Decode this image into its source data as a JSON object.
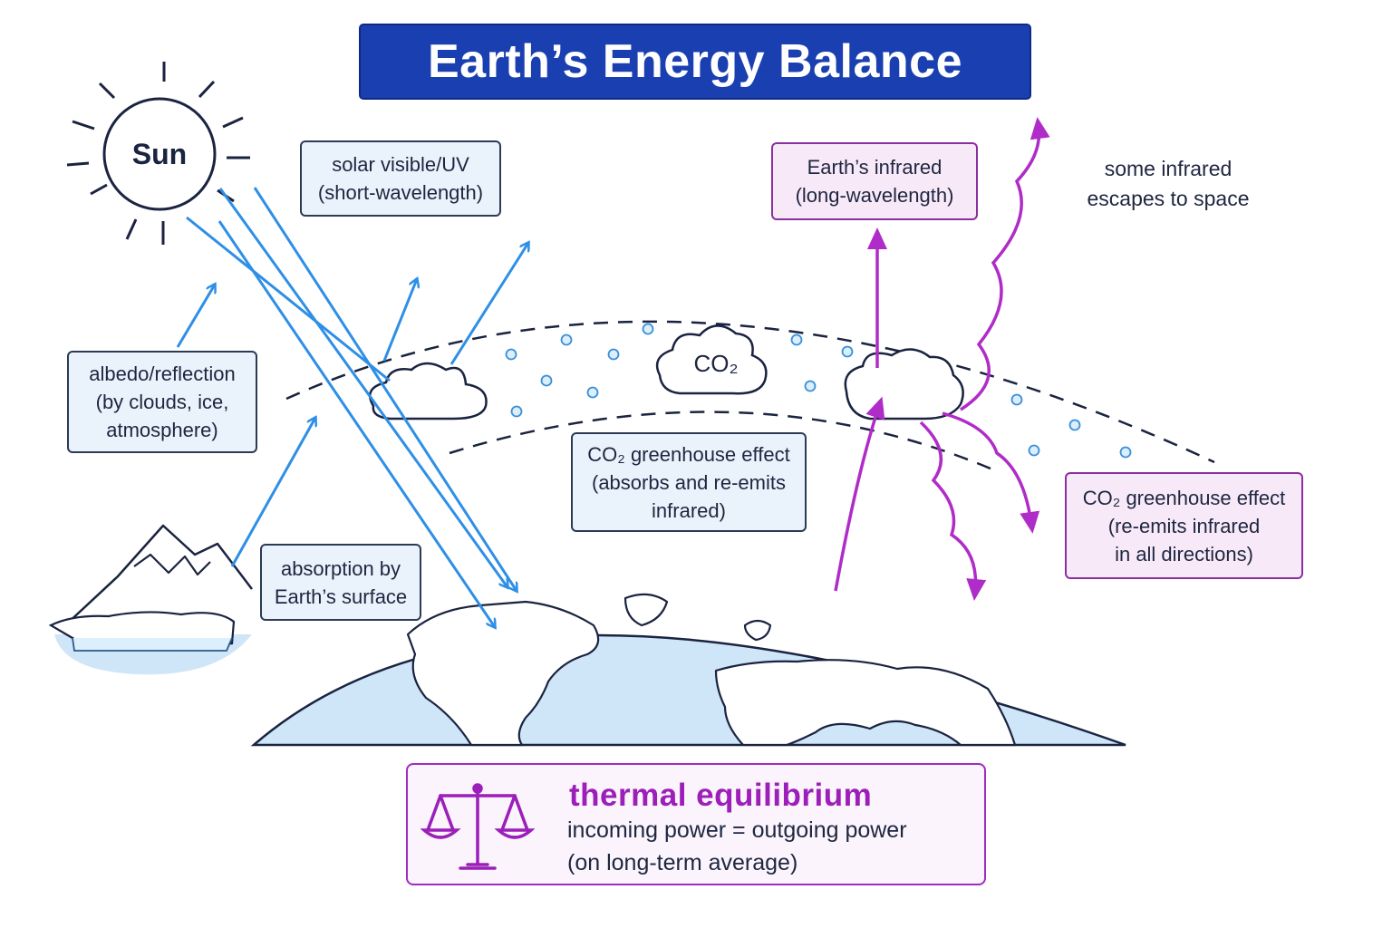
{
  "title": "Earth’s Energy Balance",
  "sun_label": "Sun",
  "co2_cloud_label": "CO₂",
  "labels": {
    "solar": [
      "solar visible/UV",
      "(short-wavelength)"
    ],
    "earth_ir": [
      "Earth’s infrared",
      "(long-wavelength)"
    ],
    "escapes": [
      "some infrared",
      "escapes to space"
    ],
    "albedo": [
      "albedo/reflection",
      "(by clouds, ice,",
      "atmosphere)"
    ],
    "absorption": [
      "absorption by",
      "Earth’s surface"
    ],
    "greenhouse_center": [
      "CO₂ greenhouse effect",
      "(absorbs and re-emits",
      "infrared)"
    ],
    "greenhouse_right": [
      "CO₂ greenhouse effect",
      "(re-emits infrared",
      "in all directions)"
    ]
  },
  "equilibrium": {
    "title": "thermal equilibrium",
    "line1": "incoming power  =  outgoing power",
    "line2": "(on long-term average)",
    "icon": "balance-scale-icon"
  },
  "colors": {
    "title_bg": "#1a3fb0",
    "solar_arrows": "#2e8fe6",
    "infrared_arrows": "#b02cc8",
    "ocean": "#cfe5f8",
    "equilibrium_text": "#9b1fb8"
  }
}
